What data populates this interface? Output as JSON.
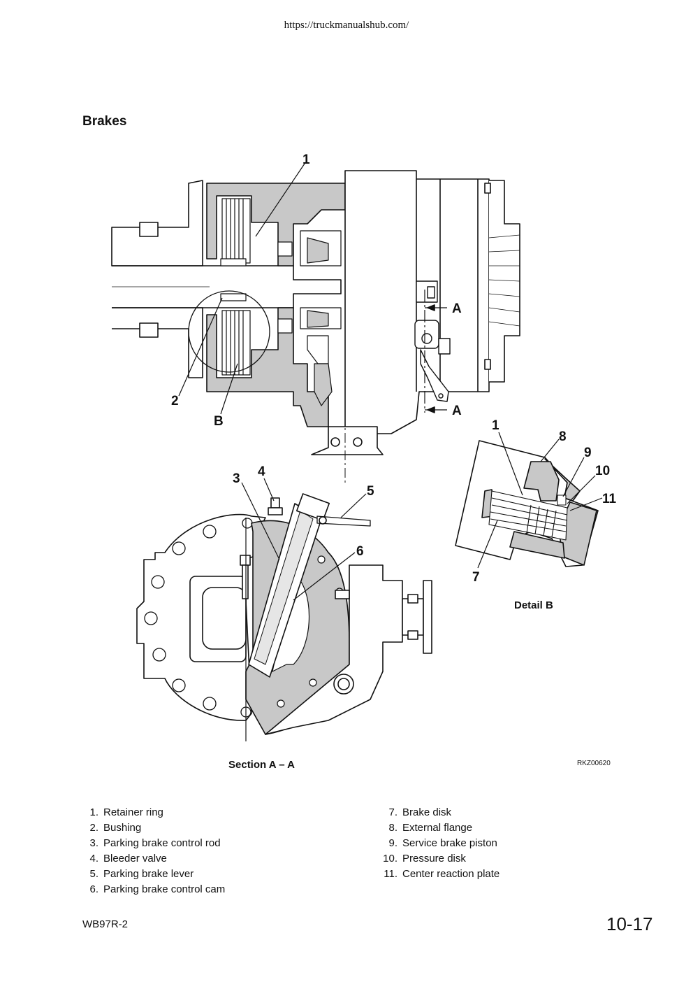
{
  "header": {
    "url": "https://truckmanualshub.com/"
  },
  "page": {
    "title": "Brakes",
    "model": "WB97R-2",
    "page_number": "10-17"
  },
  "figure": {
    "reference_code": "RKZ00620",
    "section_caption": "Section A – A",
    "detail_caption": "Detail B",
    "callouts": {
      "top_1": "1",
      "top_2": "2",
      "top_b": "B",
      "top_a1": "A",
      "top_a2": "A",
      "sec_3": "3",
      "sec_4": "4",
      "sec_5": "5",
      "sec_6": "6",
      "det_1": "1",
      "det_7": "7",
      "det_8": "8",
      "det_9": "9",
      "det_10": "10",
      "det_11": "11"
    }
  },
  "parts": {
    "left": [
      {
        "num": "1.",
        "label": "Retainer ring"
      },
      {
        "num": "2.",
        "label": "Bushing"
      },
      {
        "num": "3.",
        "label": "Parking brake control rod"
      },
      {
        "num": "4.",
        "label": "Bleeder valve"
      },
      {
        "num": "5.",
        "label": "Parking brake lever"
      },
      {
        "num": "6.",
        "label": "Parking brake control cam"
      }
    ],
    "right": [
      {
        "num": "7.",
        "label": "Brake disk"
      },
      {
        "num": "8.",
        "label": "External flange"
      },
      {
        "num": "9.",
        "label": "Service brake piston"
      },
      {
        "num": "10.",
        "label": "Pressure disk"
      },
      {
        "num": "11.",
        "label": "Center reaction plate"
      }
    ]
  },
  "colors": {
    "section_fill": "#c8c8c8",
    "line": "#111111"
  }
}
